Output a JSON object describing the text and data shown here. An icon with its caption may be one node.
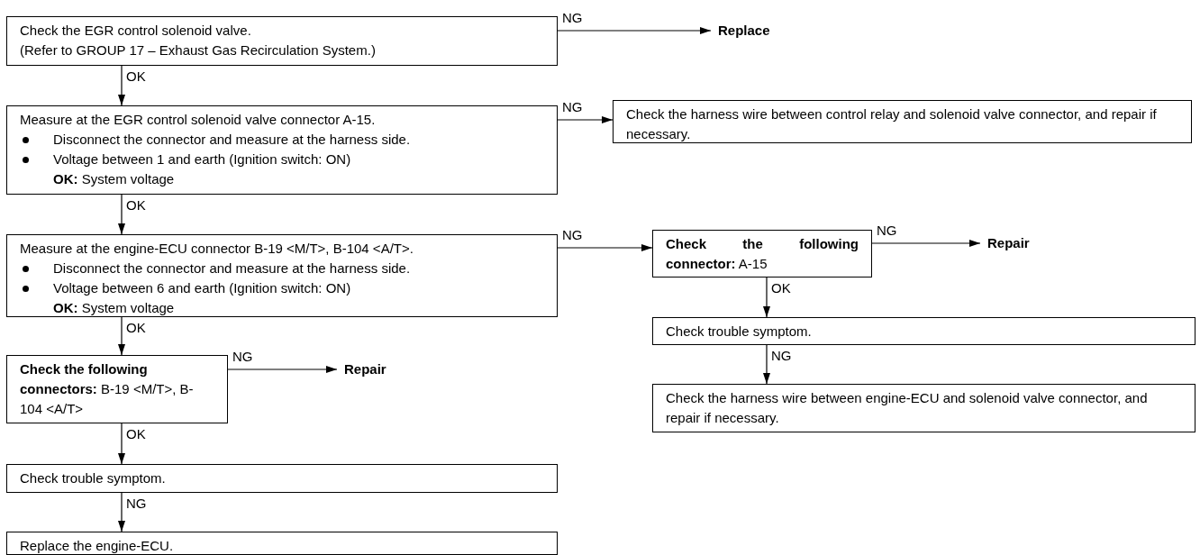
{
  "diagram": {
    "nodes": [
      {
        "text": [
          "Check the EGR control solenoid valve.",
          "(Refer to GROUP 17 – Exhaust Gas Recirculation System.)"
        ]
      },
      {
        "text": [
          "Replace"
        ]
      },
      {
        "text": [
          "Measure at the EGR control solenoid valve connector A-15.",
          "Disconnect the connector and measure at the harness side.",
          "Voltage between 1 and earth (Ignition switch: ON)",
          "**OK:** System voltage"
        ]
      },
      {
        "text": [
          "Check the harness wire between control relay and solenoid valve connector, and repair if necessary."
        ]
      },
      {
        "text": [
          "Measure at the engine-ECU connector B-19 <M/T>, B-104 <A/T>.",
          "Disconnect the connector and measure at the harness side.",
          "Voltage between 6 and earth (Ignition switch: ON)",
          "**OK:** System voltage"
        ]
      },
      {
        "text": [
          "**Check the following connector:** A-15"
        ]
      },
      {
        "text": [
          "Repair"
        ]
      },
      {
        "text": [
          "Check trouble symptom."
        ]
      },
      {
        "text": [
          "Check the harness wire between engine-ECU and solenoid valve connector, and repair if necessary."
        ]
      },
      {
        "text": [
          "**Check the following connectors:** B-19 <M/T>, B-104 <A/T>"
        ]
      },
      {
        "text": [
          "Repair"
        ]
      },
      {
        "text": [
          "Check trouble symptom."
        ]
      },
      {
        "text": [
          "Replace the engine-ECU."
        ]
      }
    ],
    "edges": [
      {
        "from": 0,
        "to": 1,
        "arrow": "to",
        "label": "NG"
      },
      {
        "from": 0,
        "to": 2,
        "arrow": "to",
        "label": "OK"
      },
      {
        "from": 2,
        "to": 3,
        "arrow": "to",
        "label": "NG"
      },
      {
        "from": 2,
        "to": 4,
        "arrow": "to",
        "label": "OK"
      },
      {
        "from": 4,
        "to": 5,
        "arrow": "to",
        "label": "NG"
      },
      {
        "from": 4,
        "to": 9,
        "arrow": "to",
        "label": "OK"
      },
      {
        "from": 5,
        "to": 6,
        "arrow": "to",
        "label": "NG"
      },
      {
        "from": 5,
        "to": 7,
        "arrow": "to",
        "label": "OK"
      },
      {
        "from": 7,
        "to": 8,
        "arrow": "to",
        "label": "NG"
      },
      {
        "from": 9,
        "to": 10,
        "arrow": "to",
        "label": "NG"
      },
      {
        "from": 9,
        "to": 11,
        "arrow": "to",
        "label": "OK"
      },
      {
        "from": 11,
        "to": 12,
        "arrow": "to",
        "label": "NG"
      }
    ]
  }
}
